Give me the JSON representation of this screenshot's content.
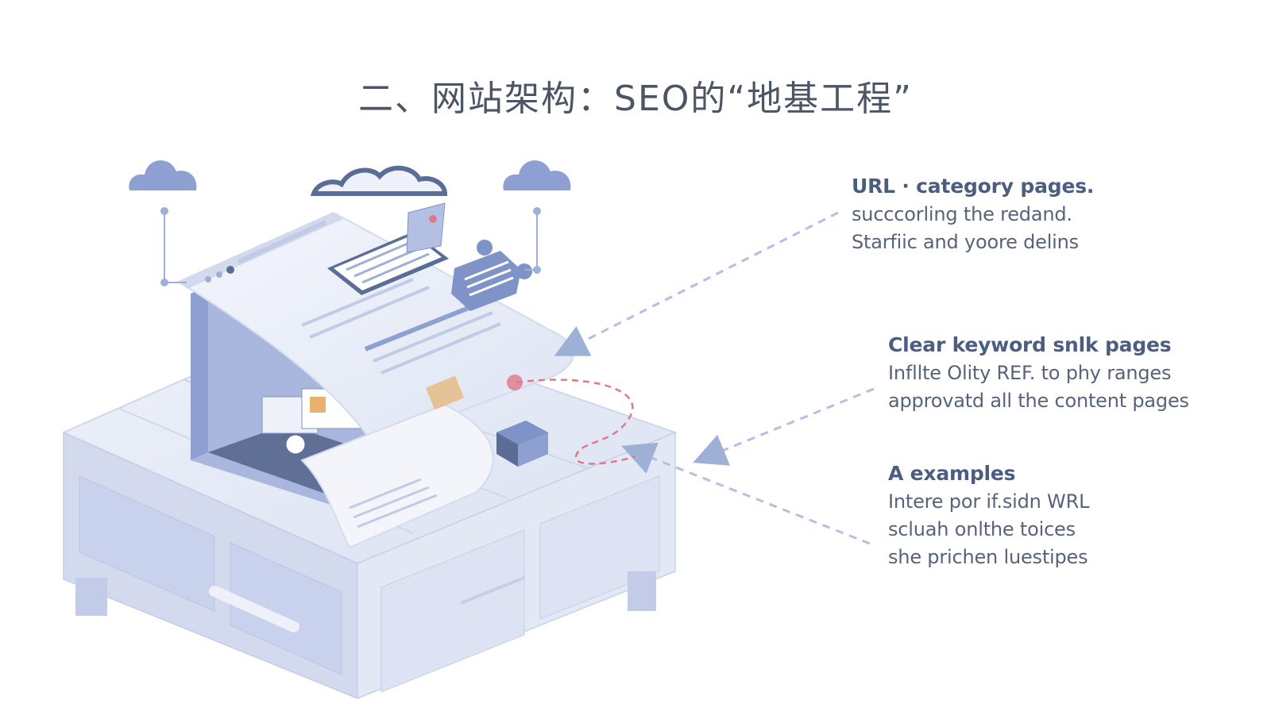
{
  "title": "二、网站架构：SEO的“地基工程”",
  "callouts": [
    {
      "heading": "URL · category pages.",
      "lines": [
        "succcorling the redand.",
        "Starfiic and yoore delins"
      ]
    },
    {
      "heading": "Clear keyword snlk pages",
      "lines": [
        "Infllte Olity REF. to phy ranges",
        "approvatd all the content pages"
      ]
    },
    {
      "heading": "A examples",
      "lines": [
        "Intere por if.sidn WRL",
        "scluah onlthe toices",
        "she prichen luestipes"
      ]
    }
  ],
  "colors": {
    "primary": "#7f93c8",
    "light": "#dfe5f4",
    "lighter": "#eef1f9",
    "dark": "#5a6d96",
    "accent": "#e0788a",
    "text": "#4b5e80"
  }
}
